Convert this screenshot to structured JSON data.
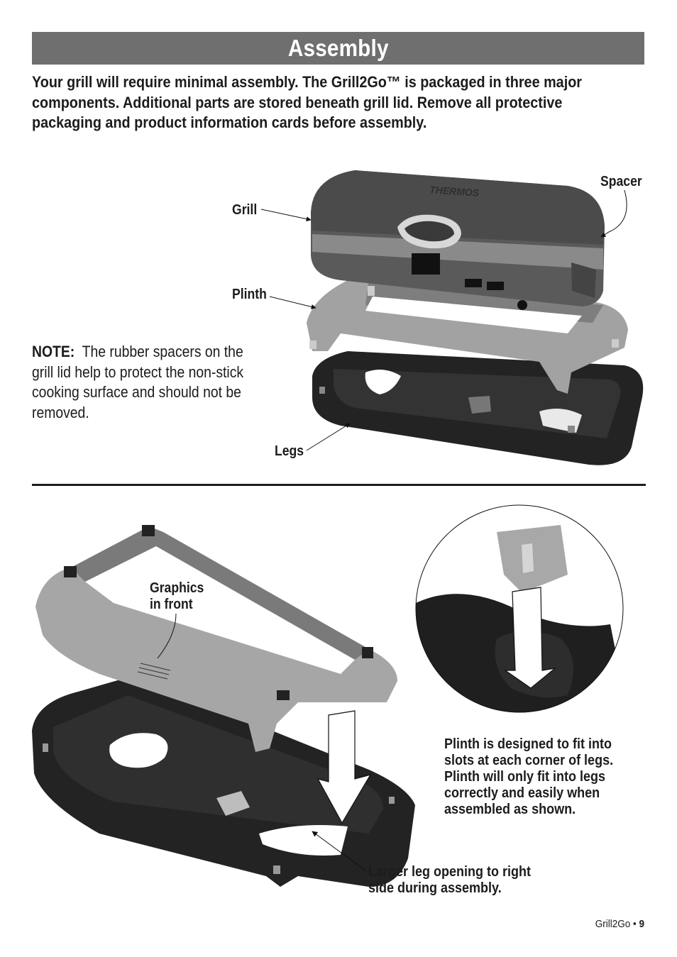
{
  "header": {
    "title": "Assembly"
  },
  "intro": "Your grill will require minimal assembly. The Grill2Go™ is packaged in three major components. Additional parts are stored beneath grill lid. Remove all protective packaging and product information cards before assembly.",
  "note": {
    "label": "NOTE:",
    "text": "The rubber spacers on the grill lid help to protect the non-stick cooking surface and should not be removed."
  },
  "figure_top": {
    "brand_on_lid": "THERMOS",
    "labels": {
      "grill": "Grill",
      "plinth": "Plinth",
      "legs": "Legs",
      "spacer": "Spacer"
    }
  },
  "figure_bottom": {
    "graphics_label_line1": "Graphics",
    "graphics_label_line2": "in front",
    "plinth_callout": "Plinth is designed to fit into slots at each corner of legs. Plinth will only fit into legs correctly and easily when assembled as shown.",
    "leg_callout": "Larger leg opening to right side during assembly."
  },
  "footer": {
    "product": "Grill2Go",
    "separator": "•",
    "page": "9"
  },
  "colors": {
    "banner": "#6f6f6f",
    "lid": "#4b4b4b",
    "plinth": "#9c9c9c",
    "legs": "#232323"
  }
}
